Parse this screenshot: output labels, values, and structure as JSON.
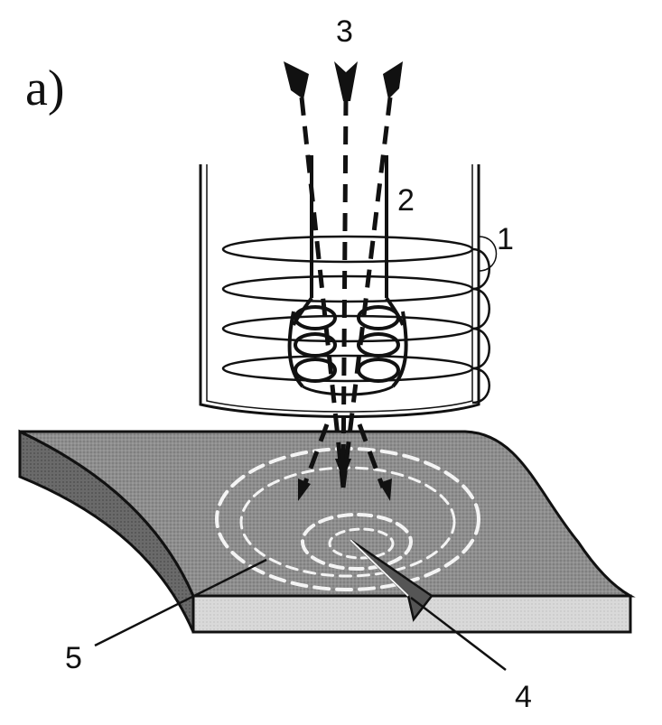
{
  "panel_label": "a)",
  "callouts": {
    "c1": "1",
    "c2": "2",
    "c3": "3",
    "c4": "4",
    "c5": "5"
  },
  "colors": {
    "ink": "#111111",
    "plate_top": "#8c8c8c",
    "plate_side": "#6a6a6a",
    "plate_front": "#d6d6d6",
    "eddy_current": "#f2f2f2"
  }
}
